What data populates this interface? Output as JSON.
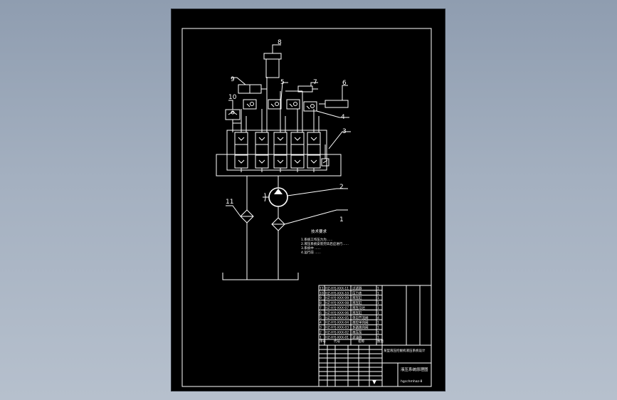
{
  "callouts": [
    "1",
    "2",
    "3",
    "4",
    "5",
    "6",
    "7",
    "8",
    "9",
    "10",
    "11"
  ],
  "notes": {
    "title": "技术要求",
    "lines": [
      "1.系统工作压力为......",
      "2.液压系统安装完毕后应进行......",
      "3.系统中 ......",
      "4.运行前 ......"
    ]
  },
  "bom_rows": [
    {
      "no": "11",
      "code": "HZ-HYJ-XXX-11",
      "name": "过滤器",
      "qty": "1"
    },
    {
      "no": "10",
      "code": "HZ-HYJ-XXX-10",
      "name": "压力表",
      "qty": "1"
    },
    {
      "no": "9",
      "code": "HZ-HYJ-XXX-09",
      "name": "液压缸",
      "qty": "1"
    },
    {
      "no": "8",
      "code": "HZ-HYJ-XXX-08",
      "name": "液压缸",
      "qty": "1"
    },
    {
      "no": "7",
      "code": "HZ-HYJ-XXX-07",
      "name": "液压马达",
      "qty": "1"
    },
    {
      "no": "6",
      "code": "HZ-HYJ-XXX-06",
      "name": "液压缸",
      "qty": "1"
    },
    {
      "no": "5",
      "code": "HZ-HYJ-XXX-05",
      "name": "单向节流阀",
      "qty": "4"
    },
    {
      "no": "4",
      "code": "HZ-HYJ-XXX-04",
      "name": "液控单向阀",
      "qty": "1"
    },
    {
      "no": "3",
      "code": "HZ-HYJ-XXX-03",
      "name": "多路换向阀",
      "qty": "1"
    },
    {
      "no": "2",
      "code": "HZ-HYJ-XXX-02",
      "name": "液压泵",
      "qty": "1"
    },
    {
      "no": "1",
      "code": "HZ-HYJ-XXX-01",
      "name": "滤油器",
      "qty": "1"
    }
  ],
  "title_block": {
    "header_no": "序号",
    "header_code": "代号",
    "header_name": "名称",
    "header_qty": "数量",
    "drawing_title": "液压系统原理图",
    "project": "某型液压挖掘机液压系统设计",
    "drawing_number": "hgcchmhaz-8"
  }
}
